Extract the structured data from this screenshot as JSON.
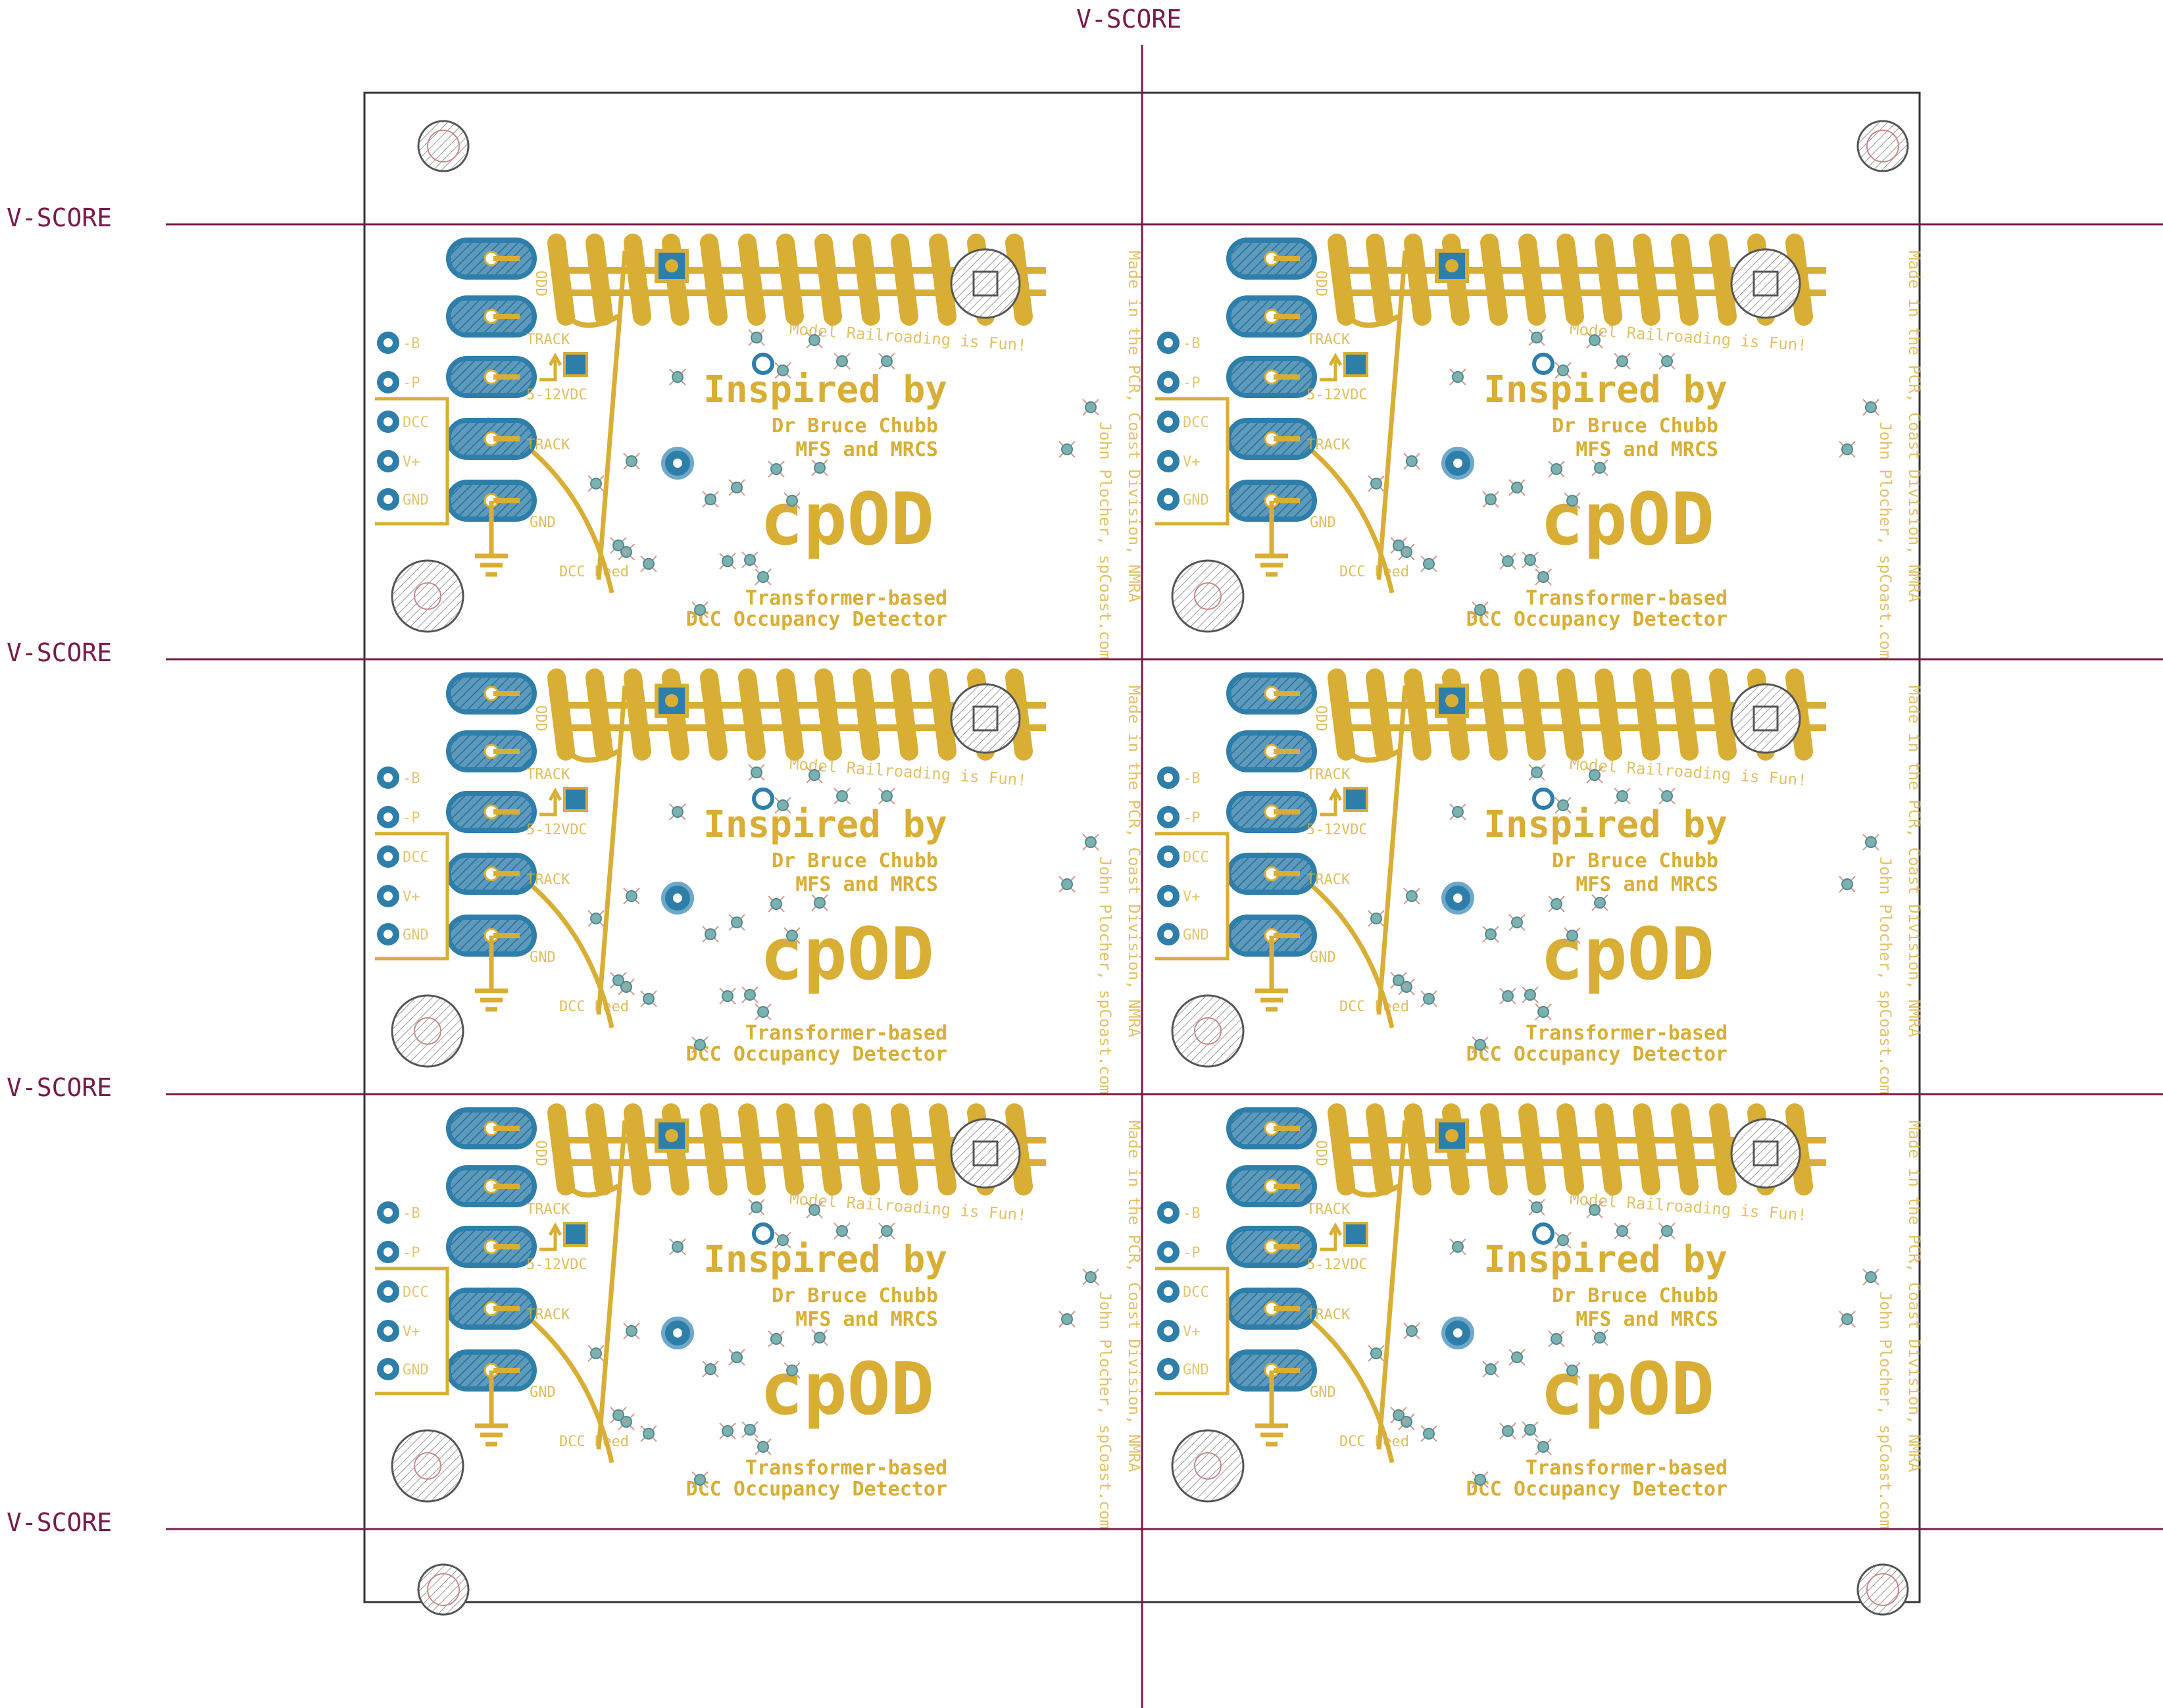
{
  "vscore_label": "V-SCORE",
  "colors": {
    "vscore": "#7a1a4a",
    "silk": "#d9ae35",
    "copper_blue": "#2e7eaa",
    "outline": "#333333",
    "hole": "#888888",
    "via_x": "#d49a8a"
  },
  "panel": {
    "columns": 2,
    "rows": 3
  },
  "pcb": {
    "title": "Inspired by",
    "subtitle_1": "Dr Bruce Chubb",
    "subtitle_2": "MFS and MRCS",
    "logo": "cpOD",
    "desc_1": "Transformer-based",
    "desc_2": "DCC Occupancy Detector",
    "fun_text": "Model Railroading is Fun!",
    "side_1": "Made in the PCR, Coast Division, NMRA",
    "side_2": "John Plocher, spCoast.com",
    "pin_labels": {
      "track_top": "TRACK",
      "supply": "5-12VDC",
      "track_mid": "TRACK",
      "gnd": "GND",
      "dcc_feed": "DCC Feed",
      "odd": "ODD"
    },
    "header_labels": [
      "-B",
      "-P",
      "DCC",
      "V+",
      "GND"
    ]
  }
}
